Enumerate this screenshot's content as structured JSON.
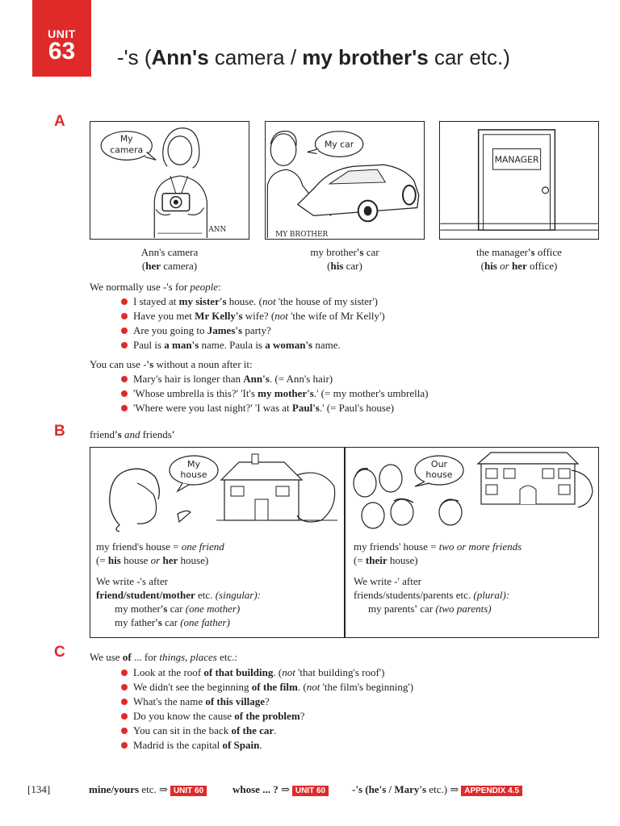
{
  "header": {
    "unit_label": "UNIT",
    "unit_number": "63",
    "title_pre": "-'s (",
    "title_b1": "Ann's",
    "title_m1": " camera / ",
    "title_b2": "my brother's",
    "title_m2": " car etc.)"
  },
  "section_a": {
    "letter": "A",
    "pictures": [
      {
        "bubble": [
          "My",
          "camera"
        ],
        "label": "ANN"
      },
      {
        "bubble": [
          "My car"
        ],
        "label": "MY BROTHER"
      },
      {
        "sign": "MANAGER"
      }
    ],
    "captions": [
      {
        "line1_pre": "Ann",
        "line1_b": "'s",
        "line1_post": " camera",
        "line2_pre": "(",
        "line2_b": "her",
        "line2_post": " camera)"
      },
      {
        "line1_pre": "my brother",
        "line1_b": "'s",
        "line1_post": " car",
        "line2_pre": "(",
        "line2_b": "his",
        "line2_post": " car)"
      },
      {
        "line1_pre": "the manager",
        "line1_b": "'s",
        "line1_post": " office",
        "line2_pre": "(",
        "line2_b": "his",
        "line2_mid": " or ",
        "line2_b2": "her",
        "line2_post": " office)"
      }
    ],
    "intro1_pre": "We normally use -'s for ",
    "intro1_em": "people",
    "intro1_post": ":",
    "list1": [
      {
        "a": "I stayed at ",
        "b": "my sister's",
        "c": " house. (",
        "d": "not",
        "e": " 'the house of my sister')"
      },
      {
        "a": "Have you met ",
        "b": "Mr Kelly's",
        "c": " wife? (",
        "d": "not",
        "e": " 'the wife of Mr Kelly')"
      },
      {
        "a": "Are you going to ",
        "b": "James's",
        "c": " party?",
        "d": "",
        "e": ""
      },
      {
        "a": "Paul is ",
        "b": "a man's",
        "c": " name. Paula is ",
        "d": "a woman's",
        "e": " name."
      }
    ],
    "intro2_pre": "You can use -",
    "intro2_b": "'s",
    "intro2_post": " without a noun after it:",
    "list2": [
      {
        "a": "Mary's hair is longer than ",
        "b": "Ann's",
        "c": ". (= Ann's hair)"
      },
      {
        "a": "'Whose umbrella is this?'   'It's ",
        "b": "my mother's",
        "c": ".' (= my mother's umbrella)"
      },
      {
        "a": "'Where were you last night?'   'I was at ",
        "b": "Paul's",
        "c": ".' (= Paul's house)"
      }
    ]
  },
  "section_b": {
    "letter": "B",
    "heading_pre": "friend",
    "heading_b1": "'s",
    "heading_mid": " and ",
    "heading_post": "friends",
    "heading_b2": "'",
    "bubble_left": [
      "My",
      "house"
    ],
    "bubble_right": [
      "Our",
      "house"
    ],
    "left": {
      "l1_pre": "my friend's house = ",
      "l1_em": "one friend",
      "l2_pre": "(= ",
      "l2_b1": "his",
      "l2_m": " house ",
      "l2_em": "or",
      "l2_b2": " her",
      "l2_post": " house)",
      "l3": "We write -'s after",
      "l4_b": "friend/student/mother",
      "l4_m": " etc. ",
      "l4_em": "(singular):",
      "l5_pre": "my mother",
      "l5_b": "'s",
      "l5_post": " car ",
      "l5_em": "(one mother)",
      "l6_pre": "my father",
      "l6_b": "'s",
      "l6_post": " car ",
      "l6_em": "(one father)"
    },
    "right": {
      "l1_pre": "my friends' house = ",
      "l1_em": "two or more friends",
      "l2_pre": "(= ",
      "l2_b": "their",
      "l2_post": " house)",
      "l3": "We write -' after",
      "l4": "friends/students/parents etc. ",
      "l4_em": "(plural):",
      "l5_pre": "my parents",
      "l5_b": "'",
      "l5_post": " car ",
      "l5_em": "(two parents)"
    }
  },
  "section_c": {
    "letter": "C",
    "intro_pre": "We use ",
    "intro_b": "of",
    "intro_m": " ... for ",
    "intro_em": "things, places",
    "intro_post": " etc.:",
    "list": [
      {
        "a": "Look at the roof ",
        "b": "of that building",
        "c": ". (",
        "d": "not",
        "e": " 'that building's roof')"
      },
      {
        "a": "We didn't see the beginning ",
        "b": "of the film",
        "c": ". (",
        "d": "not",
        "e": " 'the film's beginning')"
      },
      {
        "a": "What's the name ",
        "b": "of this village",
        "c": "?",
        "d": "",
        "e": ""
      },
      {
        "a": "Do you know the cause ",
        "b": "of the problem",
        "c": "?",
        "d": "",
        "e": ""
      },
      {
        "a": "You can sit in the back ",
        "b": "of the car",
        "c": ".",
        "d": "",
        "e": ""
      },
      {
        "a": "Madrid is the capital ",
        "b": "of Spain",
        "c": ".",
        "d": "",
        "e": ""
      }
    ]
  },
  "footer": {
    "page": "[134]",
    "link1_text": "mine/yours",
    "link1_etc": " etc.",
    "link1_ref": "UNIT 60",
    "link2_text": "whose ... ?",
    "link2_ref": "UNIT 60",
    "link3_text": "-'s (he's / Mary's",
    "link3_etc": " etc.)",
    "link3_ref": "APPENDIX 4.5",
    "arrow": "⇒"
  },
  "colors": {
    "accent": "#e02a2a",
    "text": "#222222"
  }
}
